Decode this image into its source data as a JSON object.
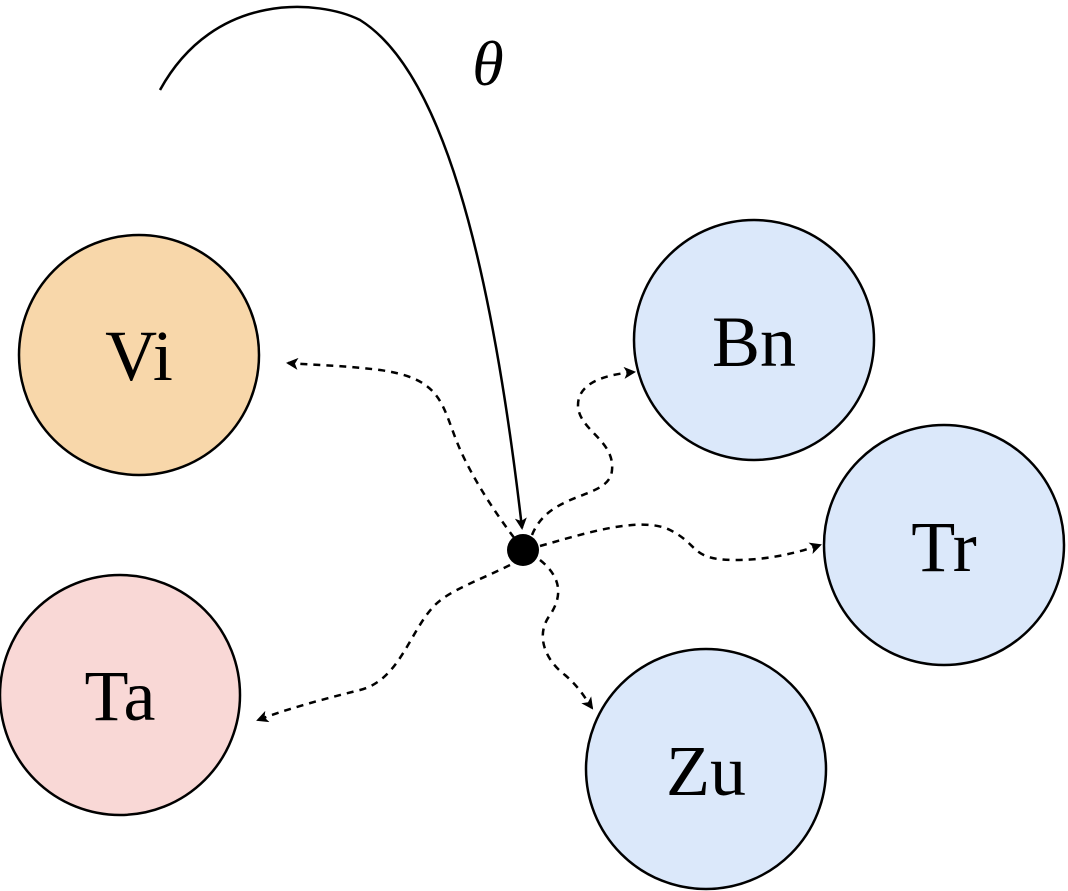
{
  "parameter": {
    "label": "θ"
  },
  "nodes": [
    {
      "id": "vi",
      "label": "Vi",
      "fill": "#f8d7aa"
    },
    {
      "id": "ta",
      "label": "Ta",
      "fill": "#f9d8d6"
    },
    {
      "id": "bn",
      "label": "Bn",
      "fill": "#dbe8fa"
    },
    {
      "id": "tr",
      "label": "Tr",
      "fill": "#dbe8fa"
    },
    {
      "id": "zu",
      "label": "Zu",
      "fill": "#dbe8fa"
    }
  ],
  "colors": {
    "stroke": "#000000",
    "hub": "#000000",
    "background": "#ffffff"
  }
}
